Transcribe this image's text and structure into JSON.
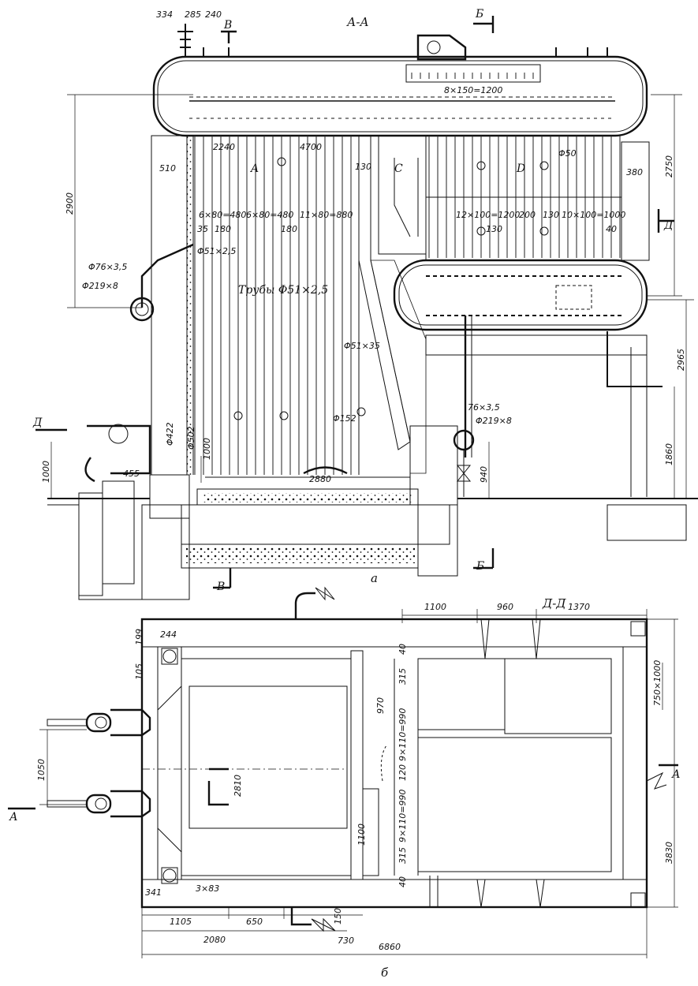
{
  "titles": {
    "section_aa": "А-А",
    "section_dd": "Д-Д",
    "fig_a": "а",
    "fig_b": "б"
  },
  "section_marks": {
    "b": "Б",
    "v": "В",
    "d": "Д",
    "a": "А"
  },
  "zones": {
    "A": "A",
    "C": "C",
    "D": "D"
  },
  "top_dims": {
    "d334": "334",
    "d285": "285",
    "d240": "240",
    "d8x150": "8×150=1200",
    "d2240": "2240",
    "d4700": "4700",
    "d130a": "130",
    "d510": "510",
    "d380": "380",
    "d6x80a": "6×80=480",
    "d6x80b": "6×80=480",
    "d11x80": "11×80=880",
    "d35": "35",
    "d180a": "180",
    "d180b": "180",
    "d12x100": "12×100=1200",
    "d200": "200",
    "d130b": "130",
    "d10x100": "10×100=1000",
    "d130c": "130",
    "d40": "40",
    "phi50": "Φ50",
    "phi51x25": "Φ51×2,5",
    "phi76x35": "Φ76×3,5",
    "phi219x8": "Φ219×8",
    "pipes": "Трубы Φ51×2,5",
    "phi51x35": "Φ51×35",
    "phi152": "Φ152",
    "phi76x35b": "76×3,5",
    "phi219x8b": "Φ219×8",
    "phi422": "Φ422",
    "phi502": "Φ502",
    "d1000a": "1000",
    "d2880": "2880",
    "d455": "455",
    "d1000b": "1000",
    "d940": "940",
    "d2900": "2900",
    "d2750": "2750",
    "d2965": "2965",
    "d1860": "1860"
  },
  "plan_dims": {
    "d1100a": "1100",
    "d960": "960",
    "d1370": "1370",
    "d199": "199",
    "d244": "244",
    "d105": "105",
    "d40a": "40",
    "d315a": "315",
    "d970": "970",
    "d9x110a": "9×110=990",
    "d120": "120",
    "d9x110b": "9×110=990",
    "d315b": "315",
    "d40b": "40",
    "d750": "750×1000",
    "d1050": "1050",
    "d2810": "2810",
    "d1100b": "1100",
    "d3830": "3830",
    "d341": "341",
    "d3x83": "3×83",
    "d1105": "1105",
    "d650": "650",
    "d150": "150",
    "d730": "730",
    "d2080": "2080",
    "d6860": "6860"
  }
}
